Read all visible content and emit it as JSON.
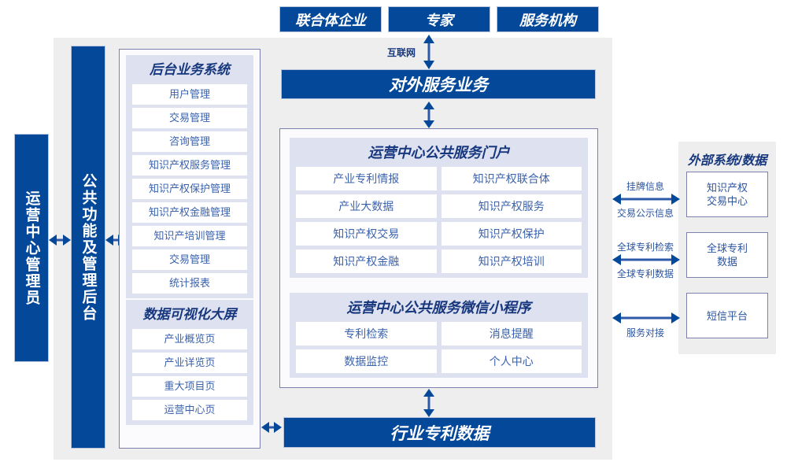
{
  "top_actors": [
    {
      "label": "联合体企业"
    },
    {
      "label": "专家"
    },
    {
      "label": "服务机构"
    }
  ],
  "network_label": "互联网",
  "external_service_bar": {
    "label": "对外服务业务"
  },
  "bottom_bar": {
    "label": "行业专利数据"
  },
  "left_columns": [
    {
      "label": "运营中心管理员",
      "name": "operations-center-admin"
    },
    {
      "label": "公共功能及管理后台",
      "name": "public-function-admin-backend"
    }
  ],
  "backend_system": {
    "title": "后台业务系统",
    "items": [
      "用户管理",
      "交易管理",
      "咨询管理",
      "知识产权服务管理",
      "知识产权保护管理",
      "知识产权金融管理",
      "知识产培训管理",
      "交易管理",
      "统计报表"
    ]
  },
  "data_visualization": {
    "title": "数据可视化大屏",
    "items": [
      "产业概览页",
      "产业详览页",
      "重大项目页",
      "运营中心页"
    ]
  },
  "service_portal": {
    "title": "运营中心公共服务门户",
    "items": [
      "产业专利情报",
      "知识产权联合体",
      "产业大数据",
      "知识产权服务",
      "知识产权交易",
      "知识产权保护",
      "知识产权金融",
      "知识产权培训"
    ]
  },
  "mini_program": {
    "title": "运营中心公共服务微信小程序",
    "items": [
      "专利检索",
      "消息提醒",
      "数据监控",
      "个人中心"
    ]
  },
  "external_systems": {
    "title": "外部系统/数据",
    "boxes": [
      {
        "label": "知识产权\n交易中心",
        "line1": "知识产权",
        "line2": "交易中心"
      },
      {
        "label": "全球专利\n数据",
        "line1": "全球专利",
        "line2": "数据"
      },
      {
        "label": "短信平台",
        "line1": "短信平台",
        "line2": ""
      }
    ],
    "connectors": [
      {
        "above": "挂牌信息",
        "below": "交易公示信息"
      },
      {
        "above": "全球专利检索",
        "below": "全球专利数据"
      },
      {
        "above": "",
        "below": "服务对接"
      }
    ]
  },
  "colors": {
    "brand_blue": "#04489a",
    "title_blue": "#17377e",
    "text_blue": "#3a62ad",
    "panel_lavender": "#dee2f0",
    "backdrop_gray": "#eeeeee",
    "border_purple": "#7b80ad"
  }
}
